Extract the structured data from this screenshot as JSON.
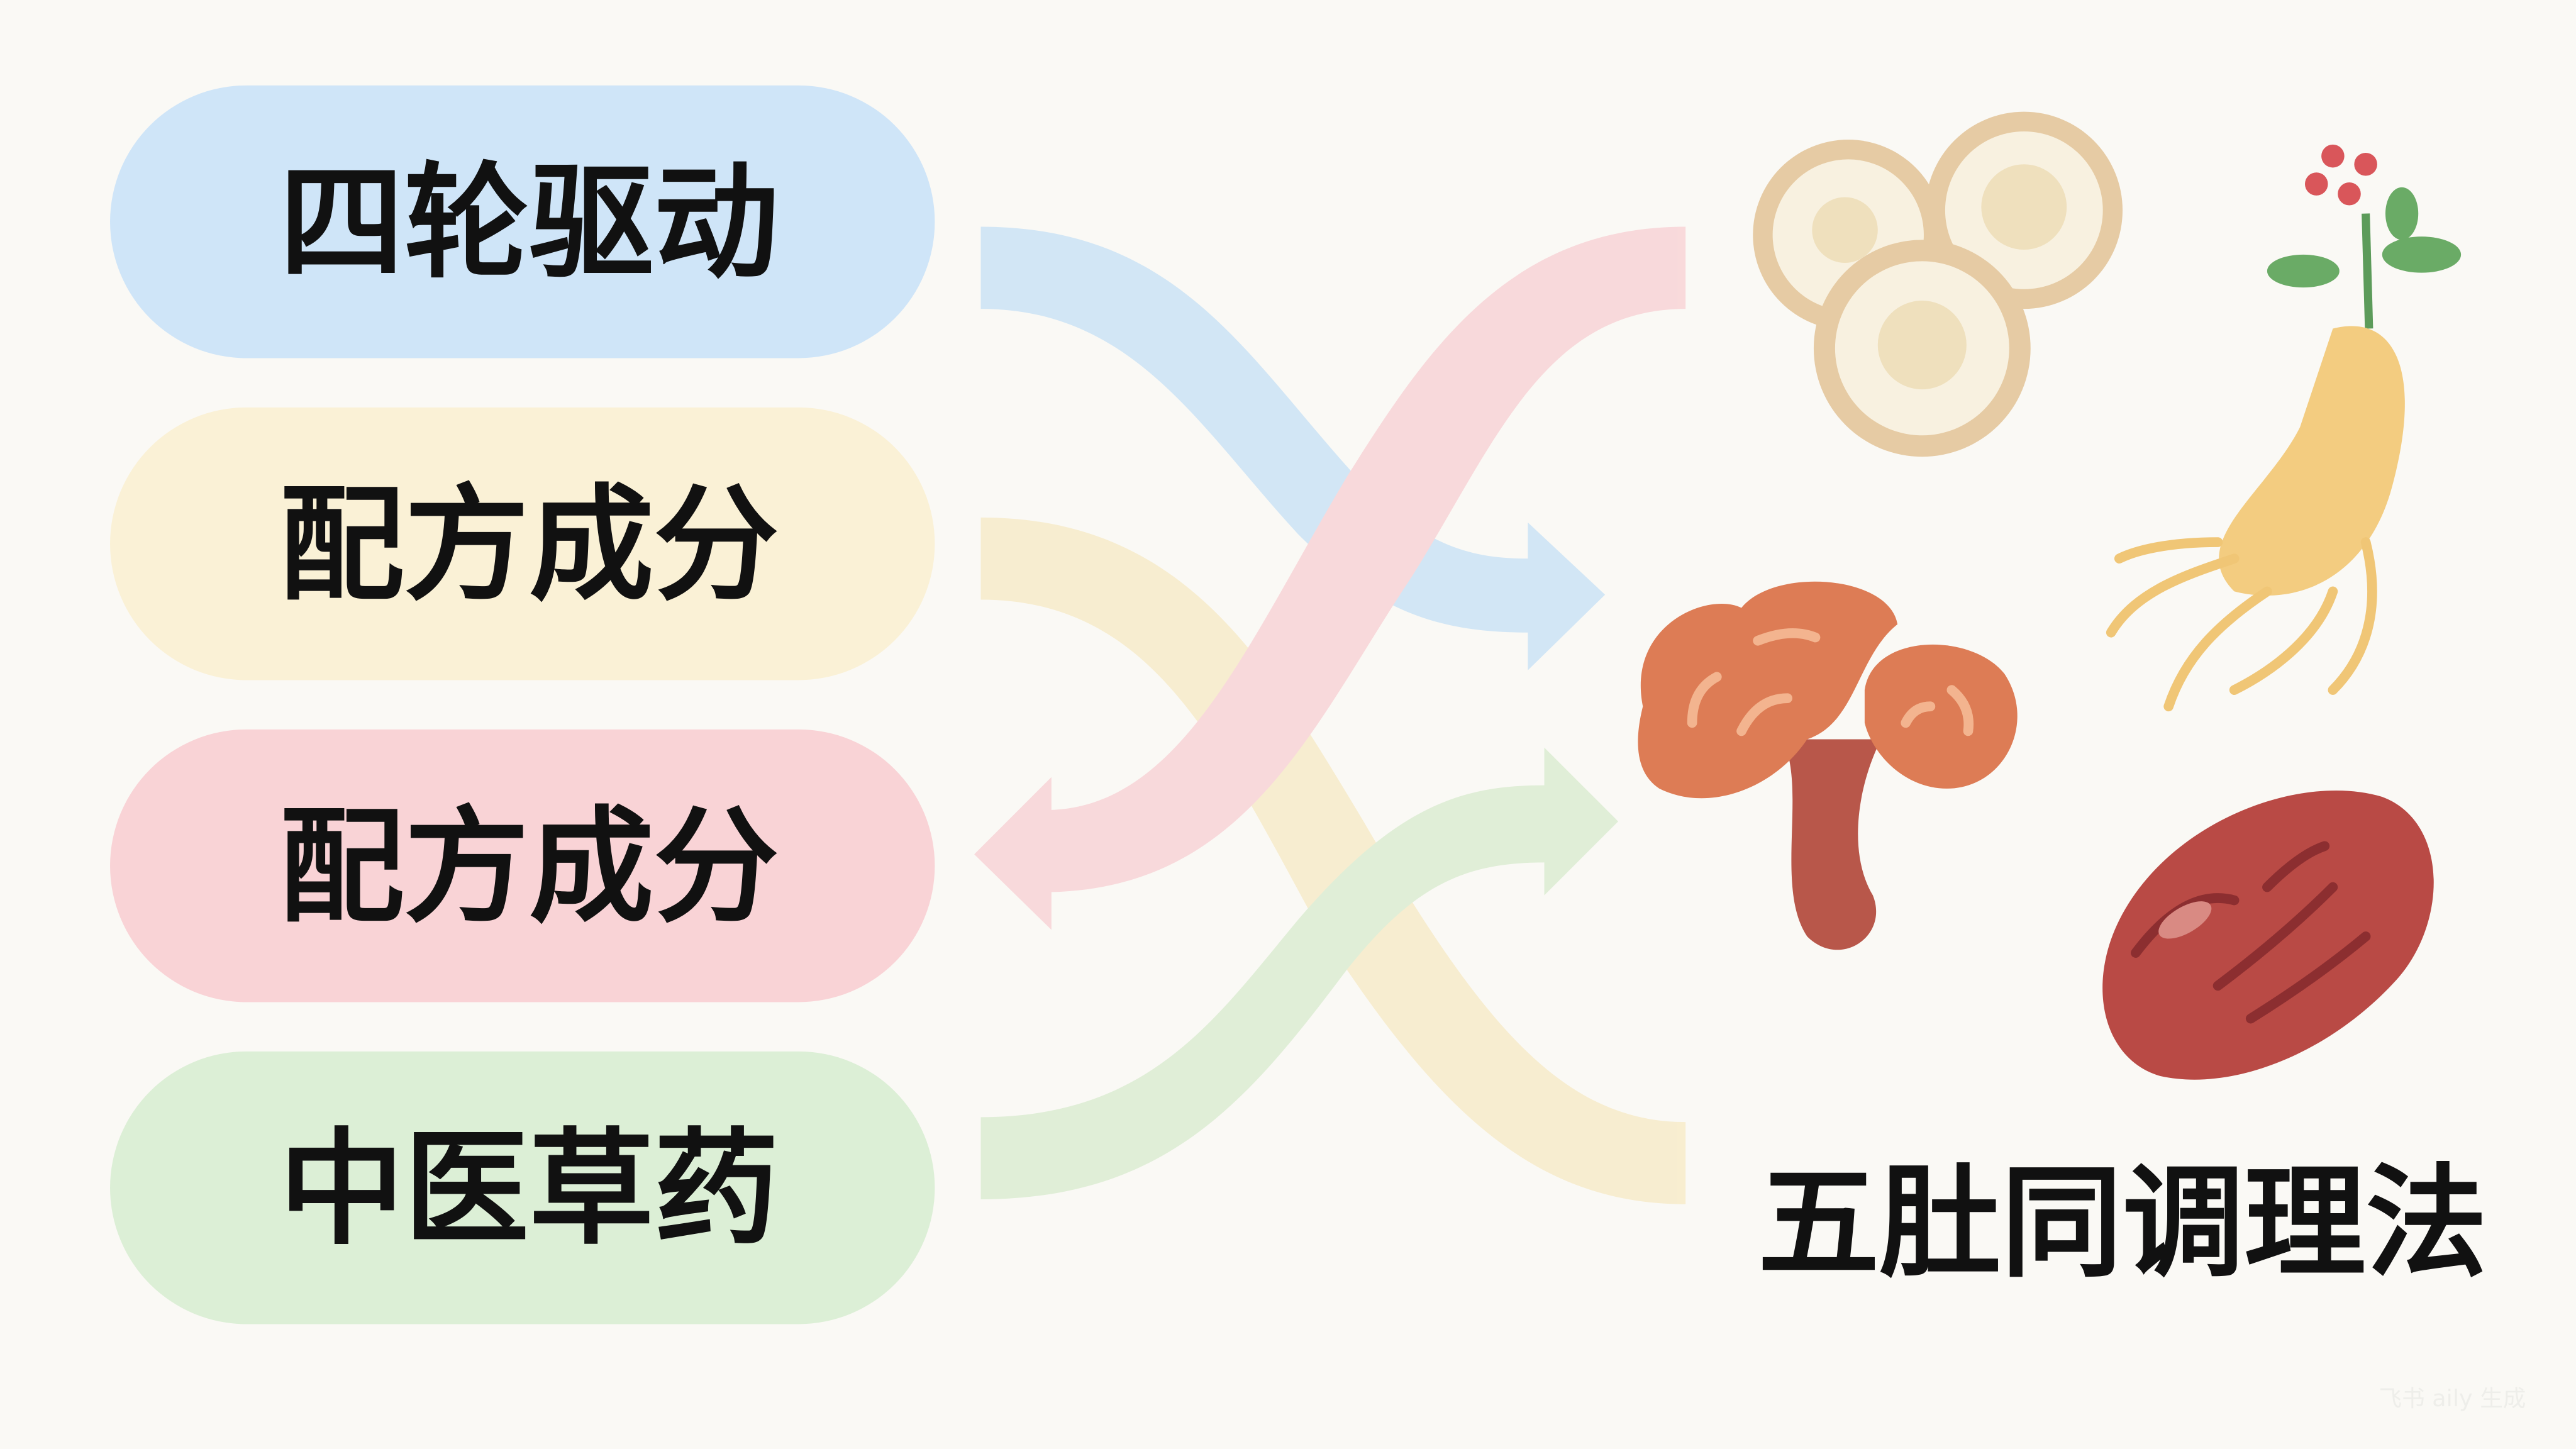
{
  "pills": [
    {
      "label": "四轮驱动",
      "color": "#cfe5f8"
    },
    {
      "label": "配方成分",
      "color": "#faf1d6"
    },
    {
      "label": "配方成分",
      "color": "#f9d3d6"
    },
    {
      "label": "中医草药",
      "color": "#dcefd6"
    }
  ],
  "flows": {
    "blue": "#b9dbf6",
    "yellow": "#f6e6b8",
    "pink": "#f8c4ca",
    "green": "#cfe8c4"
  },
  "illustrations": [
    "sliced-herb-icon",
    "ginseng-icon",
    "lingzhi-mushroom-icon",
    "red-date-icon"
  ],
  "title": "五肚同调理法",
  "watermark": "飞书 aily 生成"
}
